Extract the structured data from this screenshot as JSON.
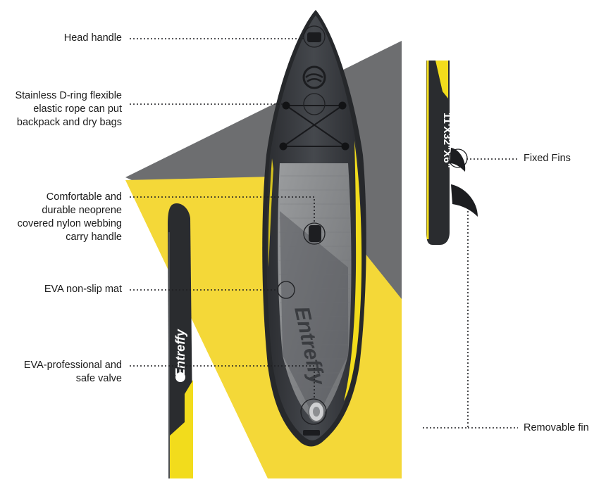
{
  "callouts_left": {
    "head_handle": "Head handle",
    "d_ring": "Stainless D-ring flexible\nelastic rope can put\nbackpack and dry bags",
    "carry_handle": "Comfortable and\ndurable neoprene\ncovered nylon webbing\ncarry handle",
    "eva_mat": "EVA non-slip mat",
    "valve": "EVA-professional and\nsafe valve"
  },
  "callouts_right": {
    "fixed_fins": "Fixed Fins",
    "removable_fin": "Removable fin"
  },
  "board": {
    "brand": "Entreffy",
    "dimensions": "11'X32\"X6\"",
    "side_brand": "Entreffy"
  },
  "colors": {
    "board_body": "#3c3f44",
    "board_edge": "#26282b",
    "deck_pad": "#8e9092",
    "accent_yellow": "#f2dc1c",
    "background_grey": "#6d6e70",
    "background_yellow": "#f4d838"
  }
}
